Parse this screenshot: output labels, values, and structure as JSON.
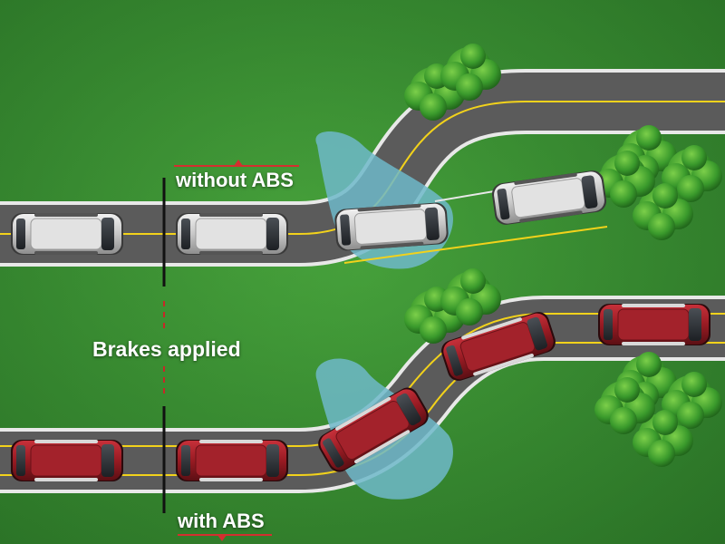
{
  "labels": {
    "without_abs": "without ABS",
    "brakes_applied": "Brakes applied",
    "with_abs": "with ABS"
  },
  "colors": {
    "grass": "#3a8f33",
    "road": "#5a5a5a",
    "road_edge": "#e8e8e8",
    "center_line": "#f2d21b",
    "skid_patch": "#6fb9c9",
    "car_without_abs": "#c9c9c9",
    "car_with_abs": "#9b1c22",
    "marker_line": "#d32f2f",
    "divider": "#111111",
    "tree": "#2f8f2a"
  },
  "icons": {
    "car": "car-icon",
    "tree": "tree-icon",
    "arrow_up": "arrow-up-icon",
    "arrow_down": "arrow-down-icon"
  }
}
